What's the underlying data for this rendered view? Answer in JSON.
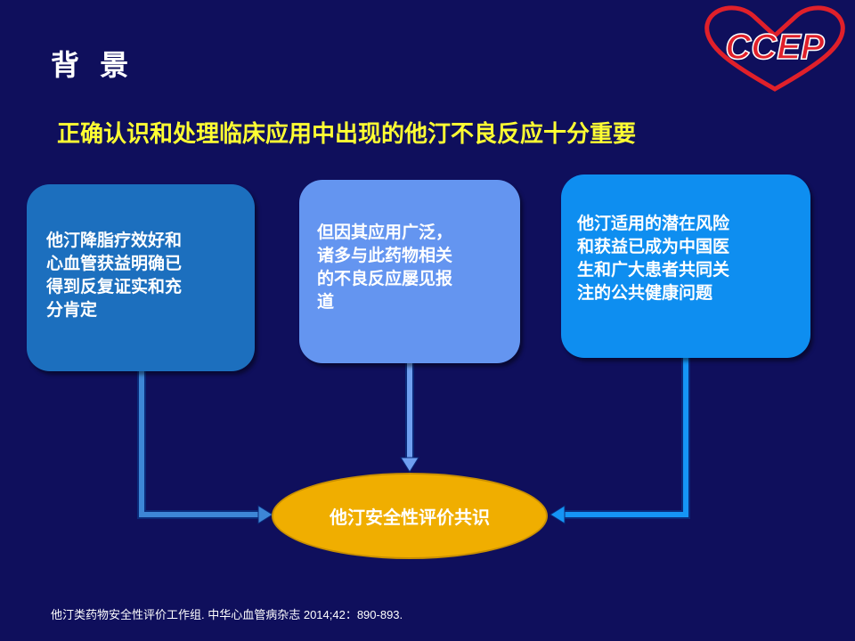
{
  "title": "背 景",
  "logo_text": "CCEP",
  "subtitle": "正确认识和处理临床应用中出现的他汀不良反应十分重要",
  "boxes": [
    {
      "text": "他汀降脂疗效好和\n心血管获益明确已\n得到反复证实和充\n分肯定"
    },
    {
      "text": "但因其应用广泛，\n诸多与此药物相关\n的不良反应屡见报\n道"
    },
    {
      "text": "他汀适用的潜在风险\n和获益已成为中国医\n生和广大患者共同关\n注的公共健康问题"
    }
  ],
  "conclusion": "他汀安全性评价共识",
  "citation": "他汀类药物安全性评价工作组. 中华心血管病杂志 2014;42：890-893.",
  "colors": {
    "background": "#0f0f5c",
    "subtitle": "#ffff33",
    "box1": "#1c6fbe",
    "box2": "#6495f0",
    "box3": "#0e8ef0",
    "oval": "#f0ae00",
    "logo_red": "#e0202a"
  }
}
